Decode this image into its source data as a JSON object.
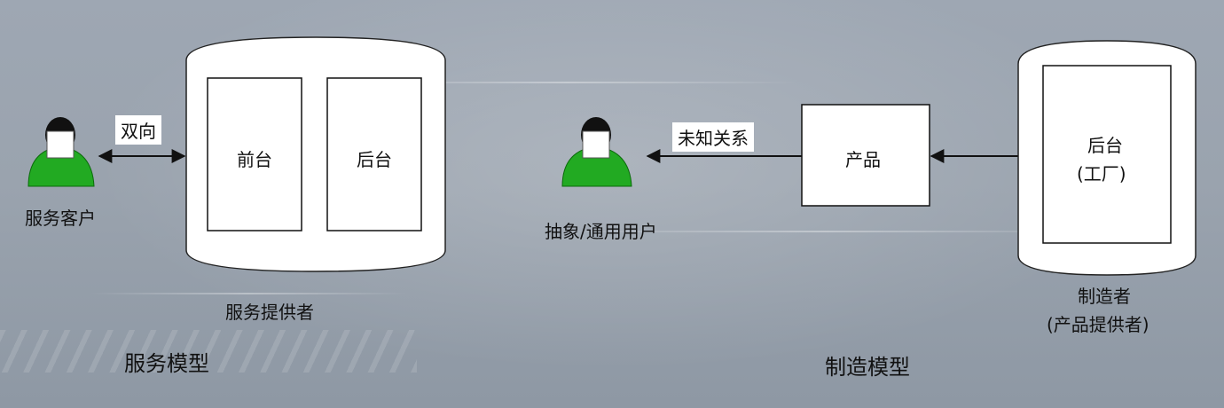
{
  "service_model": {
    "client_label": "服务客户",
    "arrow_label": "双向",
    "frontend_label": "前台",
    "backend_label": "后台",
    "provider_label": "服务提供者",
    "title": "服务模型"
  },
  "manufacturing_model": {
    "user_label": "抽象/通用用户",
    "arrow_label": "未知关系",
    "product_label": "产品",
    "backend_line1": "后台",
    "backend_line2": "(工厂)",
    "manufacturer_line1": "制造者",
    "manufacturer_line2": "(产品提供者)",
    "title": "制造模型"
  },
  "colors": {
    "person_body": "#22aa22",
    "person_head": "#111111",
    "box_fill": "#ffffff",
    "stroke": "#222222"
  },
  "icons": [
    "person-icon",
    "arrow-icon"
  ]
}
